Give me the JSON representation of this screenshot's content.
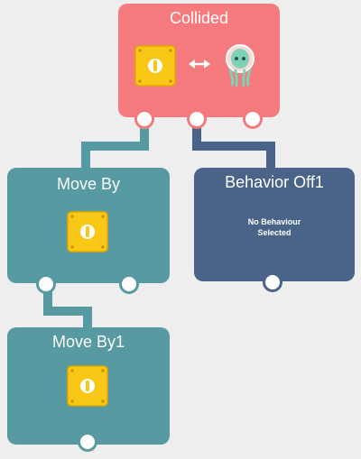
{
  "colors": {
    "background": "#eeeeee",
    "collided_node": "#f47a7e",
    "moveby_node": "#579aa1",
    "behavior_off_node": "#4a6389",
    "connector_red": "#f47a7e",
    "connector_teal": "#579aa1",
    "connector_blue": "#4a6389",
    "block_yellow": "#f9c715"
  },
  "nodes": {
    "collided": {
      "title": "Collided",
      "left_icon": "yellow-block-icon",
      "middle_icon": "double-arrow-icon",
      "right_icon": "green-octopus-icon"
    },
    "move_by": {
      "title": "Move By",
      "icon": "yellow-block-icon"
    },
    "behavior_off": {
      "title": "Behavior Off1",
      "message_line1": "No Behaviour",
      "message_line2": "Selected"
    },
    "move_by1": {
      "title": "Move By1",
      "icon": "yellow-block-icon"
    }
  }
}
